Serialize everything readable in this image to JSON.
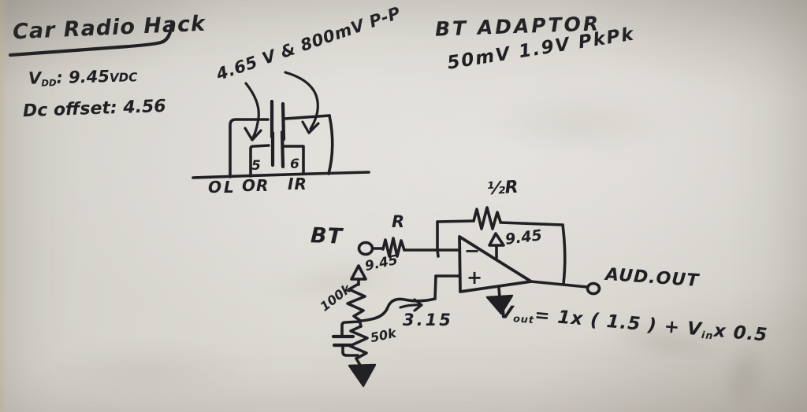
{
  "board_notes": {
    "title": "Car Radio Hack",
    "vdd": {
      "v": "V",
      "sub": "DD",
      "value": ": 9.45",
      "unit": "VDC"
    },
    "dc_offset": "Dc offset: 4.56"
  },
  "input_jack": {
    "annotation": "4.65 V & 800mV P-P",
    "pin5": "5",
    "pin6": "6",
    "labels": {
      "ol": "OL",
      "or": "OR",
      "ir": "IR"
    }
  },
  "bt_adaptor": {
    "title": "BT ADAPTOR",
    "specs": "50mV  1.9V PkPk"
  },
  "amp": {
    "input_label": "BT",
    "r_in": "R",
    "r_fb": "½R",
    "supply_amp": "9.45",
    "supply_div": "9.45",
    "r_top": "100k",
    "r_bottom": "50k",
    "bias": "3.15",
    "minus": "−",
    "plus": "+",
    "output": "AUD.OUT",
    "equation": {
      "v": "V",
      "sub": "out",
      "mid": "= 1x ( 1.5 ) + V",
      "sub2": "in",
      "tail": "x 0.5"
    }
  },
  "ink_color": "#202024",
  "board_color": "#d8d5cf"
}
